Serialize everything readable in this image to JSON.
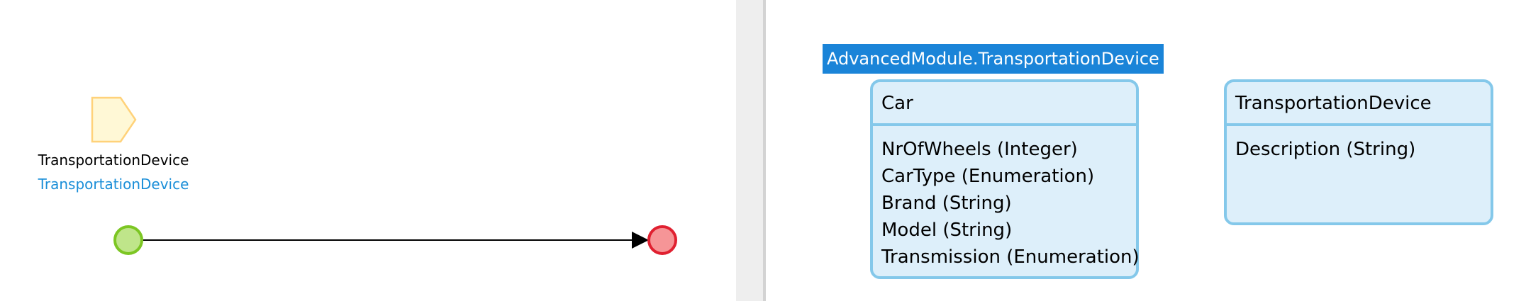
{
  "microflow": {
    "parameter": {
      "name": "TransportationDevice",
      "type": "TransportationDevice",
      "icon": "parameter-icon"
    },
    "start_event": {
      "icon": "start-event-icon",
      "color": "#bfe58a",
      "border": "#7cc623"
    },
    "end_event": {
      "icon": "end-event-icon",
      "color": "#f69597",
      "border": "#e02030"
    }
  },
  "domain_model": {
    "module_label": "AdvancedModule.TransportationDevice",
    "entities": [
      {
        "name": "Car",
        "attributes": [
          "NrOfWheels (Integer)",
          "CarType (Enumeration)",
          "Brand (String)",
          "Model (String)",
          "Transmission (Enumeration)"
        ]
      },
      {
        "name": "TransportationDevice",
        "attributes": [
          "Description (String)"
        ]
      }
    ]
  },
  "colors": {
    "accent": "#1a84d8",
    "entity_fill": "#ddeffa",
    "entity_border": "#84c8ea",
    "parameter_fill": "#fff8d6",
    "parameter_border": "#ffd27a"
  }
}
